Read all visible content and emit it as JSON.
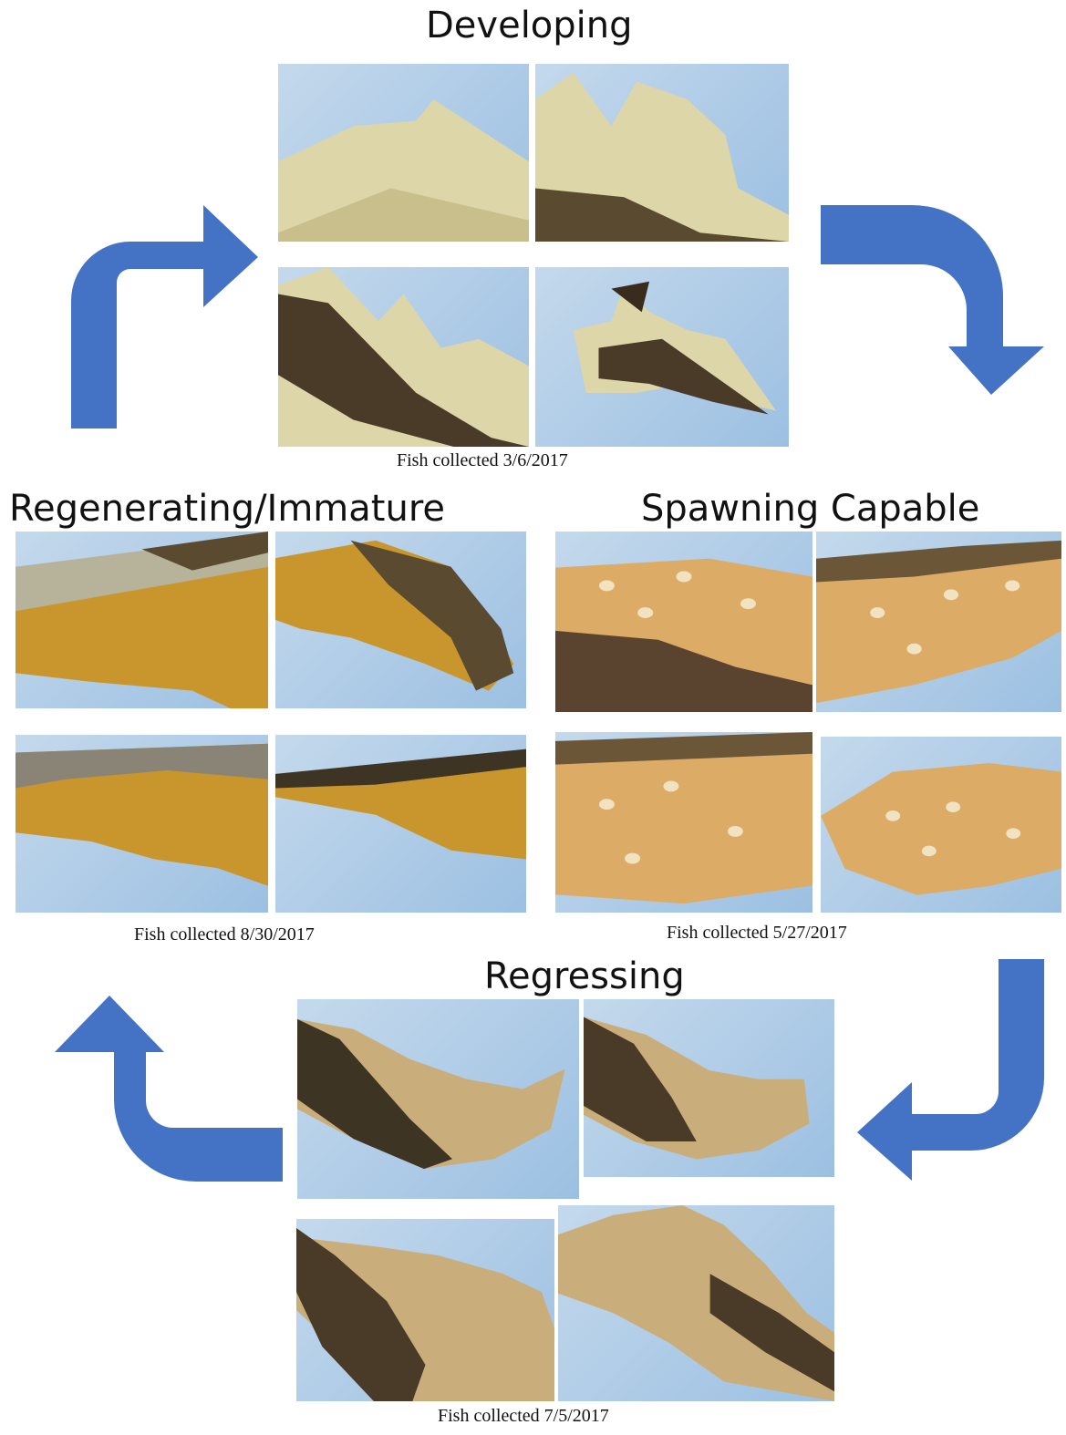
{
  "stages": {
    "developing": {
      "title": "Developing",
      "caption": "Fish collected  3/6/2017"
    },
    "spawning": {
      "title": "Spawning Capable",
      "caption": "Fish collected  5/27/2017"
    },
    "regressing": {
      "title": "Regressing",
      "caption": "Fish collected  7/5/2017"
    },
    "regenerating": {
      "title": "Regenerating/Immature",
      "caption": "Fish collected  8/30/2017"
    }
  },
  "colors": {
    "arrow": "#4472c4",
    "background_water": "#a9c8e6",
    "developing_tissue": "#ddd6a8",
    "spawning_tissue": "#dcab66",
    "regressing_tissue": "#c9ae7c",
    "regenerating_tissue": "#c9962e",
    "dark_membrane": "#4a3a28"
  }
}
